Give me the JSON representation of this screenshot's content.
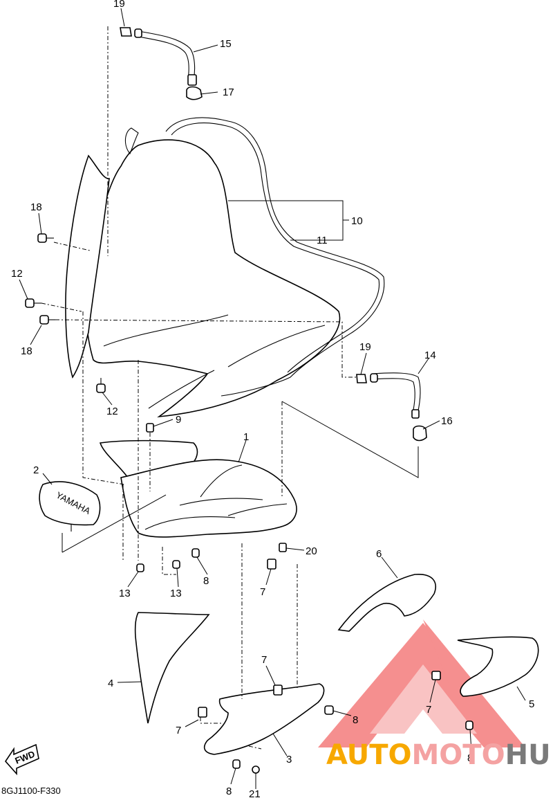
{
  "diagram": {
    "code": "8GJ1100-F330",
    "fwd_label": "FWD",
    "brand_label": "YAMAHA",
    "callouts": [
      "19",
      "15",
      "17",
      "10",
      "11",
      "18",
      "12",
      "18",
      "19",
      "14",
      "12",
      "16",
      "9",
      "1",
      "2",
      "20",
      "6",
      "13",
      "13",
      "8",
      "7",
      "4",
      "7",
      "5",
      "7",
      "8",
      "7",
      "3",
      "8",
      "8",
      "21"
    ]
  },
  "watermark": {
    "part1": "AUTO",
    "part2": "MOTO",
    "part3": "HUB",
    "color1": "#f7a800",
    "color2": "#f4a2a2",
    "color3": "#7a7a7a",
    "triangle_color": "#f26a6a"
  }
}
